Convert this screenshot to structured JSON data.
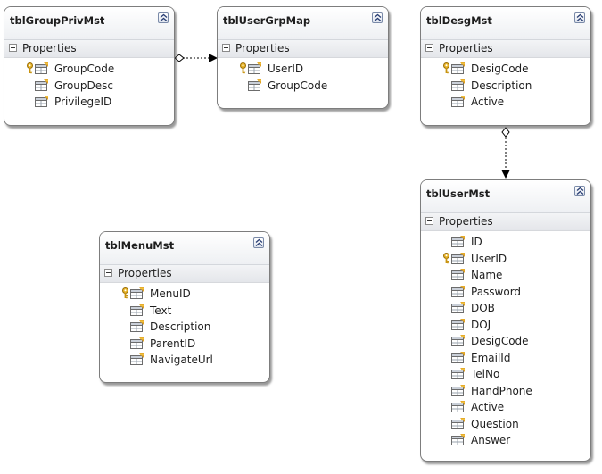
{
  "section_label": "Properties",
  "entities": [
    {
      "id": "tblGroupPrivMst",
      "title": "tblGroupPrivMst",
      "fields": [
        {
          "name": "GroupCode",
          "key": true
        },
        {
          "name": "GroupDesc",
          "key": false
        },
        {
          "name": "PrivilegeID",
          "key": false
        }
      ]
    },
    {
      "id": "tblUserGrpMap",
      "title": "tblUserGrpMap",
      "fields": [
        {
          "name": "UserID",
          "key": true
        },
        {
          "name": "GroupCode",
          "key": false
        }
      ]
    },
    {
      "id": "tblDesgMst",
      "title": "tblDesgMst",
      "fields": [
        {
          "name": "DesigCode",
          "key": true
        },
        {
          "name": "Description",
          "key": false
        },
        {
          "name": "Active",
          "key": false
        }
      ]
    },
    {
      "id": "tblUserMst",
      "title": "tblUserMst",
      "fields": [
        {
          "name": "ID",
          "key": false
        },
        {
          "name": "UserID",
          "key": true
        },
        {
          "name": "Name",
          "key": false
        },
        {
          "name": "Password",
          "key": false
        },
        {
          "name": "DOB",
          "key": false
        },
        {
          "name": "DOJ",
          "key": false
        },
        {
          "name": "DesigCode",
          "key": false
        },
        {
          "name": "EmailId",
          "key": false
        },
        {
          "name": "TelNo",
          "key": false
        },
        {
          "name": "HandPhone",
          "key": false
        },
        {
          "name": "Active",
          "key": false
        },
        {
          "name": "Question",
          "key": false
        },
        {
          "name": "Answer",
          "key": false
        }
      ]
    },
    {
      "id": "tblMenuMst",
      "title": "tblMenuMst",
      "fields": [
        {
          "name": "MenuID",
          "key": true
        },
        {
          "name": "Text",
          "key": false
        },
        {
          "name": "Description",
          "key": false
        },
        {
          "name": "ParentID",
          "key": false
        },
        {
          "name": "NavigateUrl",
          "key": false
        }
      ]
    }
  ],
  "relationships": [
    {
      "from": "tblGroupPrivMst",
      "to": "tblUserGrpMap"
    },
    {
      "from": "tblDesgMst",
      "to": "tblUserMst"
    }
  ],
  "colors": {
    "border": "#7d7d7d",
    "key": "#d8a51c",
    "connector": "#000000"
  },
  "icons": {
    "collapse": "double-chevron-up-icon",
    "key": "primary-key-icon",
    "field": "table-field-icon"
  }
}
